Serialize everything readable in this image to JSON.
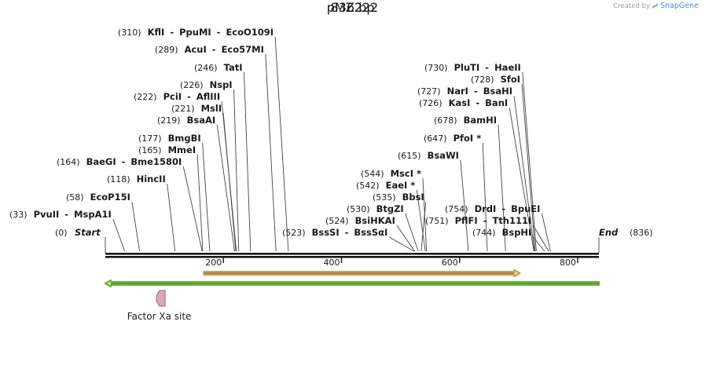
{
  "credit": {
    "prefix": "Created by",
    "brand": "SnapGene"
  },
  "plasmid": {
    "name": "pMZ222",
    "length_label": "836 bp"
  },
  "start_label": "Start",
  "end_label": "End",
  "start_pos": "(0)",
  "end_pos": "(836)",
  "length_bp": 836,
  "ticks": [
    {
      "bp": 200,
      "label": "200"
    },
    {
      "bp": 400,
      "label": "400"
    },
    {
      "bp": 600,
      "label": "600"
    },
    {
      "bp": 800,
      "label": "800"
    }
  ],
  "sites": [
    {
      "bp": 33,
      "pos": "(33)",
      "names": [
        "PvuII",
        "MspA1I"
      ]
    },
    {
      "bp": 58,
      "pos": "(58)",
      "names": [
        "EcoP15I"
      ]
    },
    {
      "bp": 118,
      "pos": "(118)",
      "names": [
        "HincII"
      ]
    },
    {
      "bp": 164,
      "pos": "(164)",
      "names": [
        "BaeGI",
        "Bme1580I"
      ]
    },
    {
      "bp": 165,
      "pos": "(165)",
      "names": [
        "MmeI"
      ]
    },
    {
      "bp": 177,
      "pos": "(177)",
      "names": [
        "BmgBI"
      ]
    },
    {
      "bp": 219,
      "pos": "(219)",
      "names": [
        "BsaAI"
      ]
    },
    {
      "bp": 221,
      "pos": "(221)",
      "names": [
        "MslI"
      ]
    },
    {
      "bp": 222,
      "pos": "(222)",
      "names": [
        "PciI",
        "AflIII"
      ]
    },
    {
      "bp": 226,
      "pos": "(226)",
      "names": [
        "NspI"
      ]
    },
    {
      "bp": 246,
      "pos": "(246)",
      "names": [
        "TatI"
      ]
    },
    {
      "bp": 289,
      "pos": "(289)",
      "names": [
        "AcuI",
        "Eco57MI"
      ]
    },
    {
      "bp": 310,
      "pos": "(310)",
      "names": [
        "KflI",
        "PpuMI",
        "EcoO109I"
      ]
    },
    {
      "bp": 523,
      "pos": "(523)",
      "names": [
        "BssSI",
        "BssSαI"
      ]
    },
    {
      "bp": 524,
      "pos": "(524)",
      "names": [
        "BsiHKAI"
      ]
    },
    {
      "bp": 530,
      "pos": "(530)",
      "names": [
        "BtgZI"
      ]
    },
    {
      "bp": 535,
      "pos": "(535)",
      "names": [
        "BbsI"
      ]
    },
    {
      "bp": 542,
      "pos": "(542)",
      "names": [
        "EaeI *"
      ]
    },
    {
      "bp": 544,
      "pos": "(544)",
      "names": [
        "MscI *"
      ]
    },
    {
      "bp": 615,
      "pos": "(615)",
      "names": [
        "BsaWI"
      ]
    },
    {
      "bp": 647,
      "pos": "(647)",
      "names": [
        "PfoI *"
      ]
    },
    {
      "bp": 678,
      "pos": "(678)",
      "names": [
        "BamHI"
      ]
    },
    {
      "bp": 726,
      "pos": "(726)",
      "names": [
        "KasI",
        "BanI"
      ]
    },
    {
      "bp": 727,
      "pos": "(727)",
      "names": [
        "NarI",
        "BsaHI"
      ]
    },
    {
      "bp": 728,
      "pos": "(728)",
      "names": [
        "SfoI"
      ]
    },
    {
      "bp": 730,
      "pos": "(730)",
      "names": [
        "PluTI",
        "HaeII"
      ]
    },
    {
      "bp": 744,
      "pos": "(744)",
      "names": [
        "BspHI"
      ]
    },
    {
      "bp": 751,
      "pos": "(751)",
      "names": [
        "PflFI",
        "Tth111I"
      ]
    },
    {
      "bp": 754,
      "pos": "(754)",
      "names": [
        "DrdI",
        "BpuEI"
      ]
    }
  ],
  "features": [
    {
      "label": "",
      "start": 167,
      "end": 702,
      "direction": "forward",
      "fill": "#f6d5a8",
      "stroke": "#c9a35a",
      "style": "arrow"
    },
    {
      "label": "",
      "start": 0,
      "end": 836,
      "direction": "reverse",
      "fill": "#c8ee9c",
      "stroke": "#6fb83a",
      "style": "arrow"
    },
    {
      "label": "Factor Xa site",
      "start": 88,
      "end": 100,
      "direction": "reverse",
      "fill": "#d9a7b8",
      "stroke": "#9c6a7c",
      "style": "pentagon"
    }
  ]
}
